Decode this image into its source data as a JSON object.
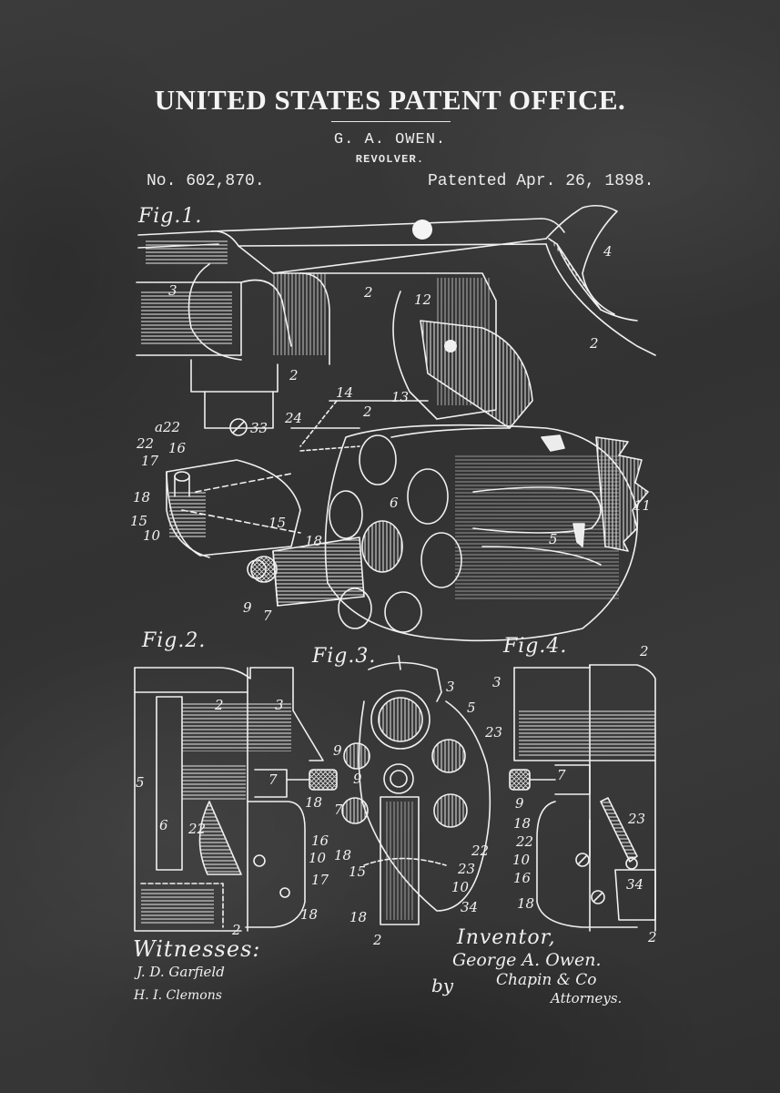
{
  "header": {
    "office": "UNITED STATES PATENT OFFICE.",
    "inventor": "G. A. OWEN.",
    "invention": "REVOLVER.",
    "patent_number": "No. 602,870.",
    "patent_date": "Patented Apr. 26, 1898."
  },
  "figures": {
    "fig1": {
      "label": "Fig.1.",
      "refs": [
        "3",
        "2",
        "12",
        "4",
        "2",
        "13",
        "2",
        "14",
        "2",
        "a22",
        "22",
        "33",
        "24",
        "16",
        "17",
        "18",
        "15",
        "10",
        "15",
        "6",
        "18",
        "11",
        "5",
        "9",
        "7"
      ]
    },
    "fig2": {
      "label": "Fig.2.",
      "refs": [
        "2",
        "3",
        "9",
        "5",
        "7",
        "18",
        "6",
        "22",
        "16",
        "10",
        "17",
        "18",
        "2"
      ]
    },
    "fig3": {
      "label": "Fig.3.",
      "refs": [
        "3",
        "5",
        "23",
        "9",
        "7",
        "18",
        "15",
        "22",
        "23",
        "10",
        "18",
        "34",
        "2"
      ]
    },
    "fig4": {
      "label": "Fig.4.",
      "refs": [
        "2",
        "3",
        "9",
        "7",
        "18",
        "23",
        "22",
        "10",
        "16",
        "18",
        "34",
        "2"
      ]
    }
  },
  "signatures": {
    "witnesses_label": "Witnesses:",
    "witness_1": "J. D. Garfield",
    "witness_2": "H. I. Clemons",
    "inventor_label": "Inventor,",
    "inventor_name": "George A. Owen.",
    "by_label": "by",
    "attorney_signature": "Chapin & Co",
    "attorneys_label": "Attorneys."
  },
  "colors": {
    "background": "#363636",
    "ink": "#f2f2f2"
  }
}
